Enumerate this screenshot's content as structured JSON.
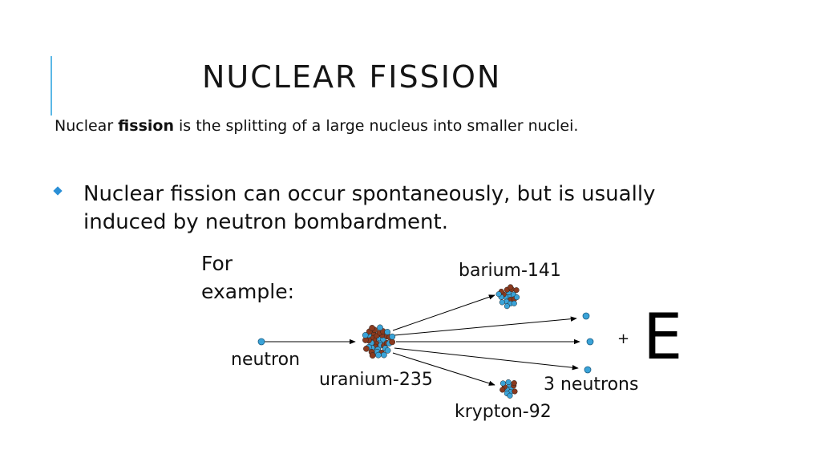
{
  "slide": {
    "title": "NUCLEAR FISSION",
    "intro": {
      "prefix": "Nuclear ",
      "bold": "fission",
      "suffix": " is the splitting of a large nucleus into smaller nuclei."
    },
    "bullet": "Nuclear fission can occur spontaneously, but is usually induced by neutron bombardment."
  },
  "diagram": {
    "example_line1": "For",
    "example_line2": "example:",
    "neutron_label": "neutron",
    "uranium_label": "uranium-235",
    "barium_label": "barium-141",
    "krypton_label": "krypton-92",
    "neutrons_label": "3 neutrons",
    "plus": "+",
    "energy": "E"
  },
  "colors": {
    "accent": "#5bb8e6",
    "bullet": "#2a8fd6",
    "neutron": "#3aa3d8",
    "proton": "#8b3a1e"
  }
}
